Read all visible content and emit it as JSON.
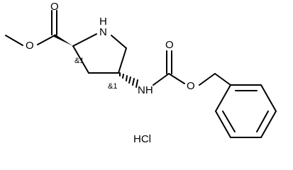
{
  "molecule": {
    "atoms": {
      "ester_o_single": "O",
      "ester_o_double": "O",
      "ring_nh": "N\nH",
      "carbamate_nh": "NH",
      "carbamate_o_double": "O",
      "carbamate_o_single": "O"
    },
    "stereo": {
      "c2": "&1",
      "c4": "&1"
    },
    "salt": "HCl"
  },
  "colors": {
    "bond": "#000000",
    "text": "#000000",
    "background": "#ffffff"
  }
}
